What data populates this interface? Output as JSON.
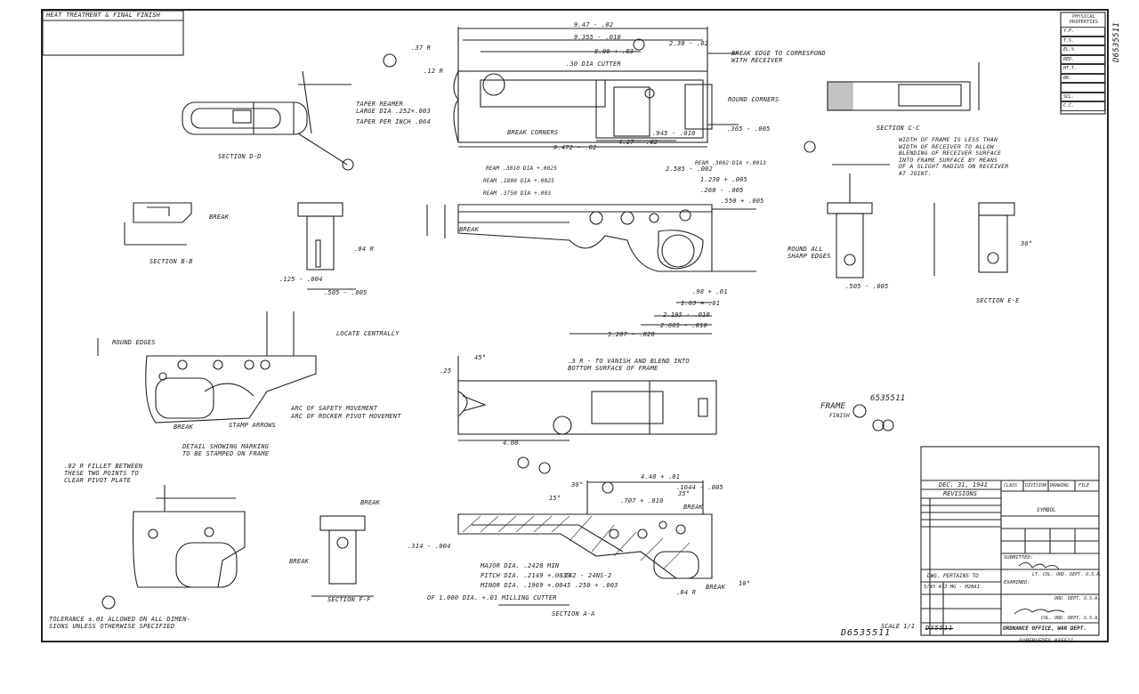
{
  "header": {
    "heat_treatment": "HEAT TREATMENT & FINAL FINISH"
  },
  "properties": {
    "title": "PHYSICAL PROPERTIES",
    "rows": [
      "Y.P.",
      "T.S.",
      "EL.%",
      "RED.",
      "HT.T.",
      "BR.",
      "",
      "SCL.",
      "C.C."
    ]
  },
  "drawing_number_vertical": "D6535511",
  "section_labels": {
    "dd": "SECTION D-D",
    "bb": "SECTION B-B",
    "cc": "SECTION C-C",
    "ee": "SECTION E-E",
    "ff": "SECTION F-F",
    "aa": "SECTION A-A"
  },
  "notes": {
    "taper_reamer": "TAPER REAMER\nLARGE DIA .252+.003",
    "taper_per_inch": "TAPER PER INCH .064",
    "break_edge": "BREAK EDGE TO CORRESPOND\nWITH RECEIVER",
    "round_corners": "ROUND CORNERS",
    "break_corners": "BREAK CORNERS",
    "width_of_frame": "WIDTH OF FRAME IS LESS THAN\nWIDTH OF RECEIVER TO ALLOW\nBLENDING OF RECEIVER SURFACE\nINTO FRAME SURFACE BY MEANS\nOF A SLIGHT RADIUS ON RECEIVER\nAT JOINT.",
    "locate_centrally": "LOCATE CENTRALLY",
    "arc_safety": "ARC OF SAFETY MOVEMENT",
    "arc_rocker": "ARC OF ROCKER PIVOT MOVEMENT",
    "stamp_arrows": "STAMP ARROWS",
    "detail_marking": "DETAIL SHOWING MARKING\nTO BE STAMPED ON FRAME",
    "vanish": ".3 R - TO VANISH AND BLEND INTO\nBOTTOM SURFACE OF FRAME",
    "fillet": ".02 R FILLET BETWEEN\nTHESE TWO POINTS TO\nCLEAR PIVOT PLATE",
    "tolerance": "TOLERANCE ±.01 ALLOWED ON ALL DIMEN-\nSIONS UNLESS OTHERWISE SPECIFIED",
    "major_dia": "MAJOR DIA. .2420 MIN",
    "pitch_dia": "PITCH DIA. .2149 +.0033",
    "minor_dia": "MINOR DIA. .1969 +.0045",
    "thread": ".242 - 24NS-2",
    "milling_cutter": "OF 1.000 DIA. +.01 MILLING CUTTER",
    "dia_cutter": ".30 DIA CUTTER",
    "round_all_sharp": "ROUND ALL\nSHARP EDGES",
    "round_edges": "ROUND EDGES",
    "break": "BREAK",
    "ream_3002": "REAM .3002 DIA +.0013",
    "ream_3010": "REAM .3010 DIA +.0025",
    "ream_1800": "REAM .1800 DIA +.0025",
    "ream_3750": "REAM .3750 DIA +.003"
  },
  "dimensions": {
    "d947": "9.47 - .02",
    "d9355": "9.355 - .010",
    "d800": "8.00 + .03",
    "d230": "2.30 - .02",
    "d9472": "9.472 - .02",
    "d427": "4.27 - .02",
    "d945": ".945 - .010",
    "d365": ".365 - .005",
    "d5207": "5.207 - .020",
    "d2585": "2.585 - .002",
    "d1230": "1.230 + .005",
    "d260": ".260 - .005",
    "d550": ".550 + .005",
    "d2195": "2.195 - .010",
    "d2665": "2.665 - .010",
    "d163": "1.63 + .01",
    "d98": ".98 + .01",
    "d400": "4.00",
    "d440": "4.40 + .01",
    "d1644": ".1644 - .005",
    "d707": ".707 + .010",
    "d314": ".314 - .004",
    "d250": ".250 + .003",
    "d505": ".505 - .005",
    "d125": ".125 - .004",
    "d04r": ".04 R",
    "d37r": ".37 R",
    "d12r": ".12 R",
    "d25": ".25",
    "d45deg": "45°",
    "d30deg": "30°",
    "d35deg": "35°",
    "d15deg": "15°",
    "d10deg": "10°"
  },
  "frame_callout": {
    "label": "FRAME",
    "finish": "FINISH",
    "number": "6535511"
  },
  "title_block": {
    "date": "DEC. 31, 1941",
    "revisions": "REVISIONS",
    "class_hdr": "CLASS",
    "division_hdr": "DIVISION",
    "drawing_hdr": "DRAWING",
    "file_hdr": "FILE",
    "symbol": "SYMBOL",
    "pertains_to": "DWG. PERTAINS TO",
    "pertains_value": "5/43 433 MG - M2BAI",
    "submitted": "SUBMITTED:",
    "lt_col": "LT. COL. ORD. DEPT. U.S.A.",
    "examined": "EXAMINED:",
    "ord_dept": "ORD. DEPT. U.S.A.",
    "col_ord": "COL. ORD. DEPT. U.S.A.",
    "ordnance_office": "ORDNANCE OFFICE, WAR DEPT.",
    "number": "D35511",
    "supersedes": "SUPERSEDES 035511",
    "scale": "SCALE 1/1",
    "dwg_no": "D6535511"
  }
}
